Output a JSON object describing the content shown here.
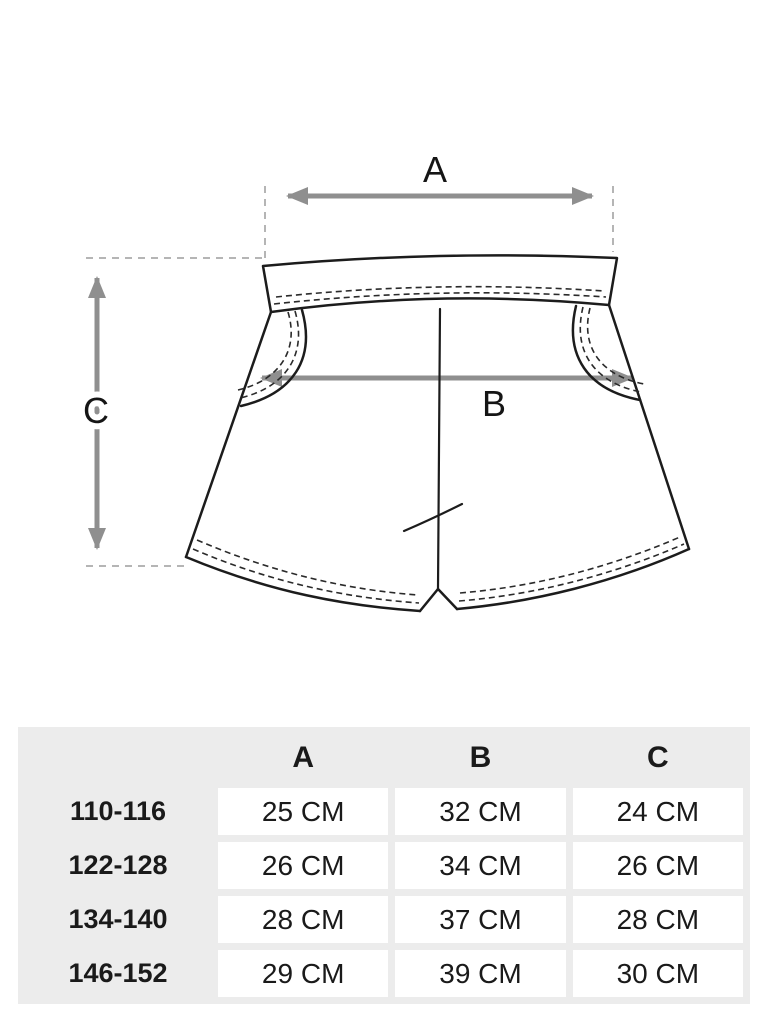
{
  "diagram": {
    "label_a": "A",
    "label_b": "B",
    "label_c": "C"
  },
  "table": {
    "corner": "",
    "headers": [
      "A",
      "B",
      "C"
    ],
    "rows": [
      {
        "size": "110-116",
        "a": "25 CM",
        "b": "32 CM",
        "c": "24 CM"
      },
      {
        "size": "122-128",
        "a": "26 CM",
        "b": "34 CM",
        "c": "26 CM"
      },
      {
        "size": "134-140",
        "a": "28 CM",
        "b": "37 CM",
        "c": "28 CM"
      },
      {
        "size": "146-152",
        "a": "29 CM",
        "b": "39 CM",
        "c": "30 CM"
      }
    ]
  },
  "colors": {
    "line": "#1c1c1c",
    "arrow": "#8f8f8f",
    "guide": "#b5b5b5",
    "table_bg": "#ececec",
    "cell_bg": "#ffffff",
    "text": "#1a1a1a"
  }
}
